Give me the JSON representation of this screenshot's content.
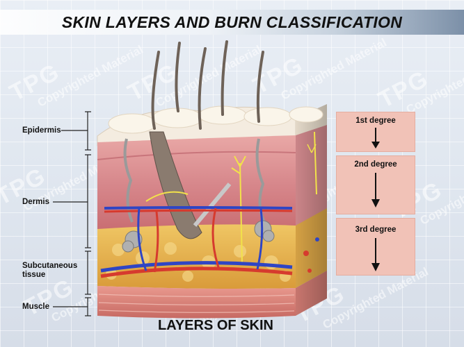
{
  "title": "SKIN LAYERS AND BURN CLASSIFICATION",
  "layers": {
    "epidermis": "Epidermis",
    "dermis": "Dermis",
    "subcutaneous": "Subcutaneous tissue",
    "muscle": "Muscle"
  },
  "degrees": [
    "1st degree",
    "2nd degree",
    "3rd degree"
  ],
  "caption": "LAYERS OF SKIN",
  "watermark": {
    "brand": "TPG",
    "text": "Copyrighted Material"
  },
  "colors": {
    "degree_box": "#f1c2b7",
    "epidermis": "#f4ece0",
    "dermis": "#d98f92",
    "subcutaneous": "#e6b452",
    "muscle": "#d9847d",
    "artery": "#d63a2e",
    "vein": "#2f45c4",
    "nerve": "#f2e24a"
  }
}
